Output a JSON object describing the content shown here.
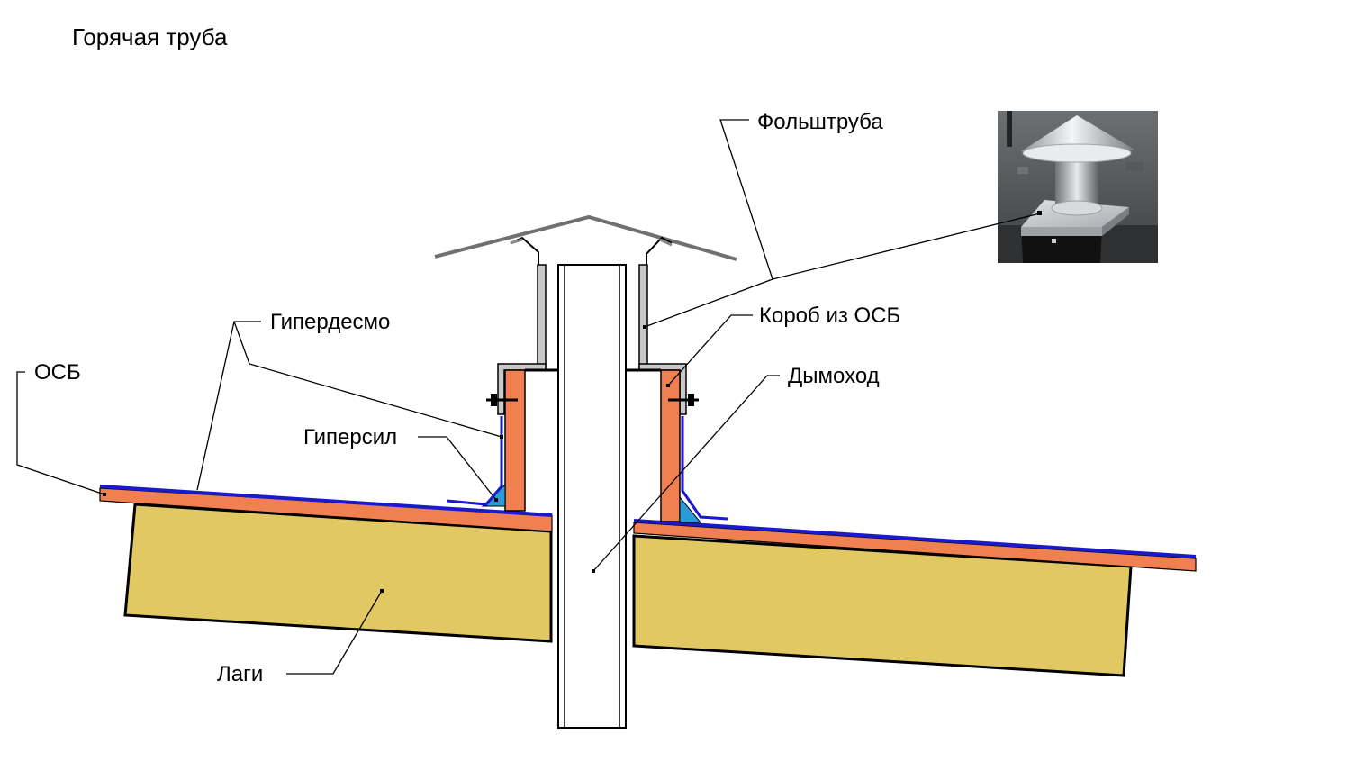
{
  "title": "Горячая труба",
  "labels": {
    "folshtruba": "Фольштруба",
    "giperdesmo": "Гипердесмо",
    "osb": "ОСБ",
    "korob": "Короб из ОСБ",
    "dymohod": "Дымоход",
    "gipersil": "Гиперсил",
    "lagi": "Лаги"
  },
  "colors": {
    "beam": "#e2c862",
    "osb": "#f08050",
    "membrane": "#1a1acc",
    "sealant": "#2a9ad8",
    "metal": "#c8c8c8",
    "outline": "#000000"
  },
  "photo": {
    "icon": "chimney-cap-photo"
  }
}
